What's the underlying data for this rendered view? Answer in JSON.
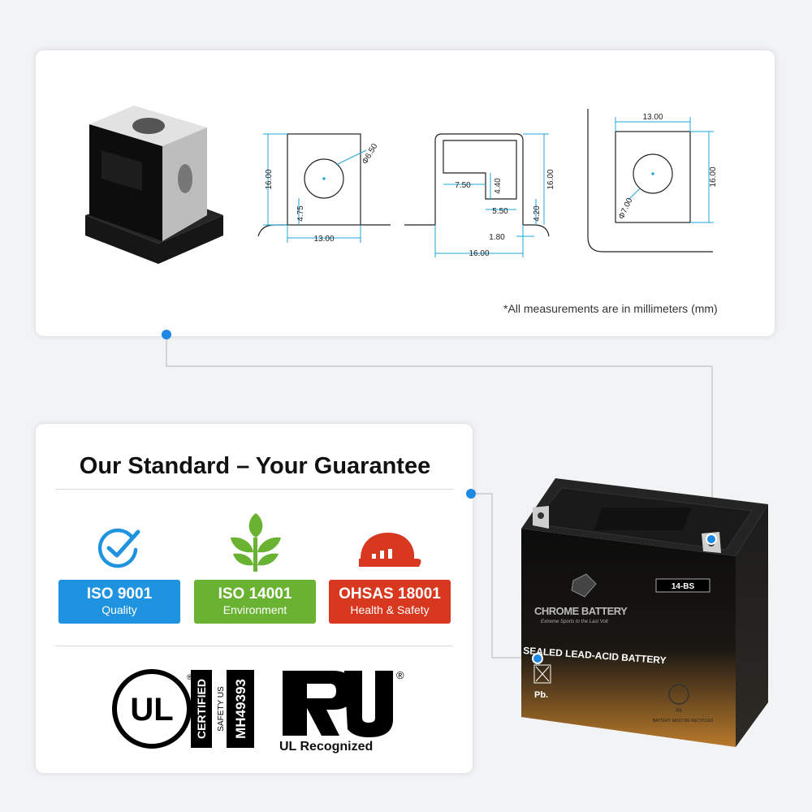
{
  "drawing": {
    "note": "*All measurements are in millimeters (mm)",
    "front": {
      "height": "16.00",
      "width": "13.00",
      "hole_dia": "Φ6.50",
      "hole_height": "4.75"
    },
    "side": {
      "depth": "7.50",
      "step_h": "4.40",
      "step_w": "5.50",
      "height": "16.00",
      "base_h": "4.20",
      "thickness": "1.80",
      "width": "16.00"
    },
    "top": {
      "width": "13.00",
      "height": "16.00",
      "hole_dia": "Φ7.00"
    }
  },
  "standard": {
    "title": "Our Standard – Your Guarantee",
    "badges": [
      {
        "title": "ISO 9001",
        "subtitle": "Quality",
        "color": "#1f93e0"
      },
      {
        "title": "ISO 14001",
        "subtitle": "Environment",
        "color": "#6ab232"
      },
      {
        "title": "OHSAS 18001",
        "subtitle": "Health & Safety",
        "color": "#d7381f"
      }
    ],
    "ul_certified": {
      "mark": "UL",
      "label": "CERTIFIED",
      "safety": "SAFETY US",
      "number": "MH49393"
    },
    "ul_recognized": {
      "label": "UL Recognized"
    }
  },
  "battery": {
    "model": "14-BS",
    "brand": "CHROME BATTERY",
    "tagline": "Extreme Sports to the Last Volt",
    "type": "SEALED LEAD-ACID BATTERY",
    "pb": "Pb.",
    "recycle_pb": "Pb",
    "recycle_note": "BATTERY MUST BE RECYCLED"
  },
  "colors": {
    "accent": "#1e88e5",
    "dim_line": "#1ea7d8"
  },
  "icons": [
    "check-circle-icon",
    "leaf-icon",
    "hard-hat-icon"
  ]
}
